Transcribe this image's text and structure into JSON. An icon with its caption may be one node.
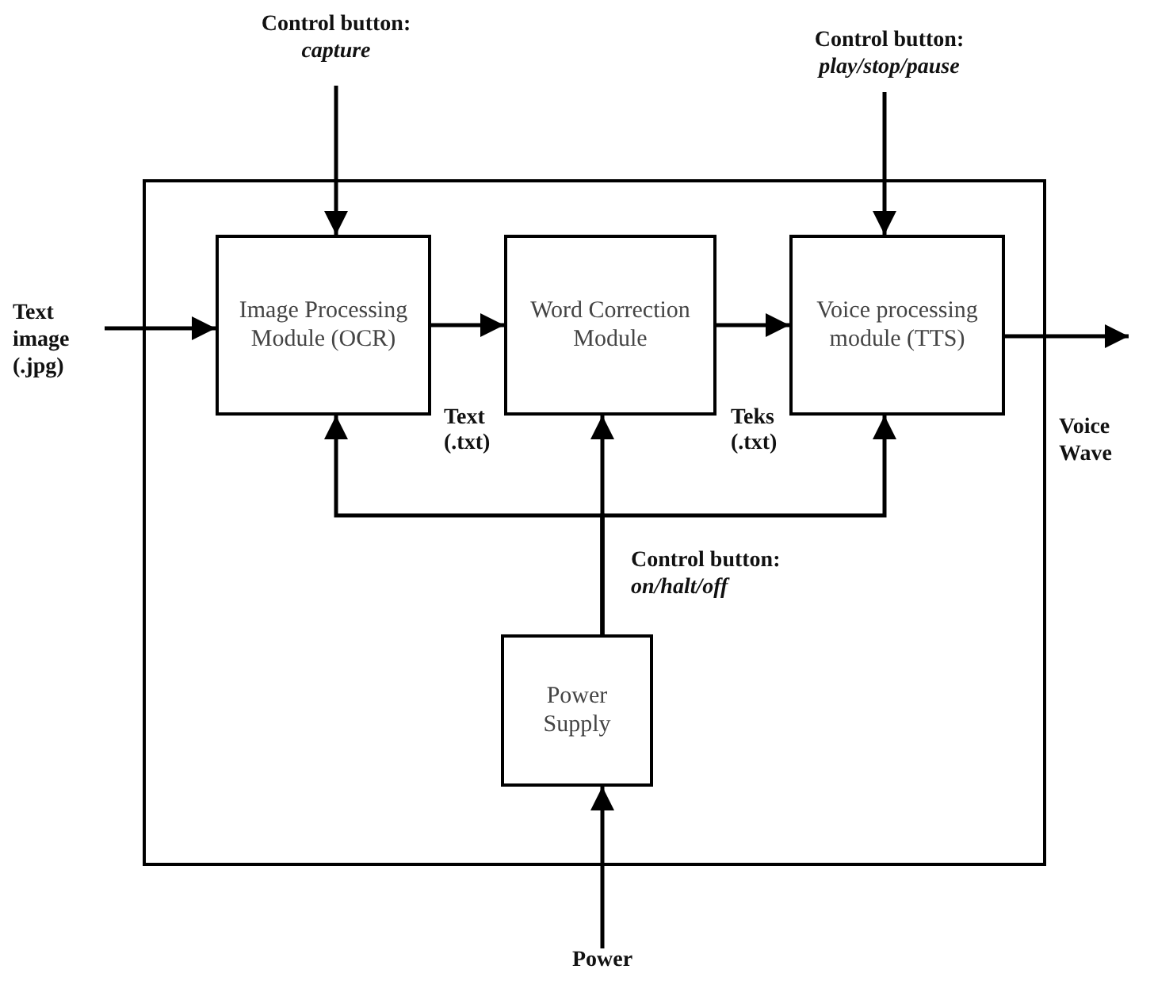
{
  "diagram": {
    "nodes": [
      {
        "text": [],
        "shape": "box"
      },
      {
        "text": [
          "Image Processing Module (OCR)"
        ],
        "in": 0
      },
      {
        "text": [
          "Word Correction Module"
        ],
        "in": 0
      },
      {
        "text": [
          "Voice processing module (TTS)"
        ],
        "in": 0
      },
      {
        "text": [
          "Power Supply"
        ],
        "in": 0
      },
      {
        "text": [
          "Control button: *capture*"
        ]
      },
      {
        "text": [
          "Control button: *play/stop/pause*"
        ]
      },
      {
        "text": [
          "Text image (.jpg)"
        ]
      },
      {
        "text": [
          "Voice Wave"
        ]
      },
      {
        "text": [
          "Power"
        ]
      }
    ],
    "edges": [
      {
        "from": 5,
        "to": 1,
        "arrow": "to"
      },
      {
        "from": 6,
        "to": 3,
        "arrow": "to"
      },
      {
        "from": 7,
        "to": 1,
        "arrow": "to"
      },
      {
        "from": 1,
        "to": 2,
        "arrow": "to",
        "label": "Text (.txt)"
      },
      {
        "from": 2,
        "to": 3,
        "arrow": "to",
        "label": "Teks (.txt)"
      },
      {
        "from": 3,
        "to": 8,
        "arrow": "to"
      },
      {
        "from": 9,
        "to": 4,
        "arrow": "to"
      },
      {
        "from": 4,
        "to": 1,
        "arrow": "to"
      },
      {
        "from": 4,
        "to": 2,
        "arrow": "to"
      },
      {
        "from": 4,
        "to": 3,
        "arrow": "to"
      }
    ],
    "labels": [
      "Control button: *on/halt/off*"
    ]
  }
}
